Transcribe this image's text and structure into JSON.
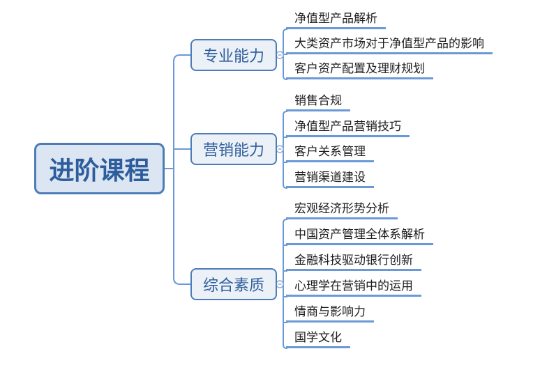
{
  "diagram": {
    "root": {
      "label": "进阶课程"
    },
    "branches": [
      {
        "label": "专业能力",
        "topics": [
          "净值型产品解析",
          "大类资产市场对于净值型产品的影响",
          "客户资产配置及理财规划"
        ]
      },
      {
        "label": "营销能力",
        "topics": [
          "销售合规",
          "净值型产品营销技巧",
          "客户关系管理",
          "营销渠道建设"
        ]
      },
      {
        "label": "综合素质",
        "topics": [
          "宏观经济形势分析",
          "中国资产管理全体系解析",
          "金融科技驱动银行创新",
          "心理学在营销中的运用",
          "情商与影响力",
          "国学文化"
        ]
      }
    ],
    "collapse_icon": "minus",
    "colors": {
      "node_border": "#4d7cb8",
      "root_fill": "#dce6f2",
      "branch_fill": "#ecf1f8",
      "node_text": "#2d5d9c",
      "connector": "#6b99d8",
      "leaf_text": "#1c1c1c",
      "collapse_button": "#8fabd6"
    }
  }
}
